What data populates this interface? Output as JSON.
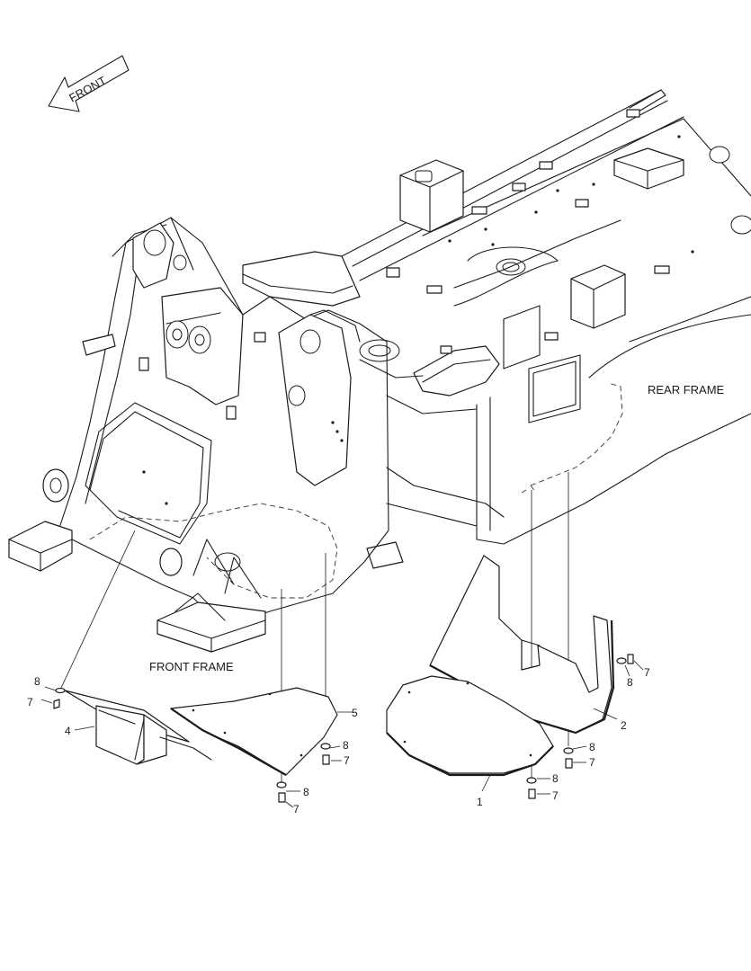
{
  "front_arrow": {
    "label": "FRONT"
  },
  "frames": {
    "rear": "REAR FRAME",
    "front": "FRONT FRAME"
  },
  "callouts": {
    "p1": "1",
    "p2": "2",
    "p4": "4",
    "p5": "5",
    "p7": "7",
    "p8": "8"
  }
}
